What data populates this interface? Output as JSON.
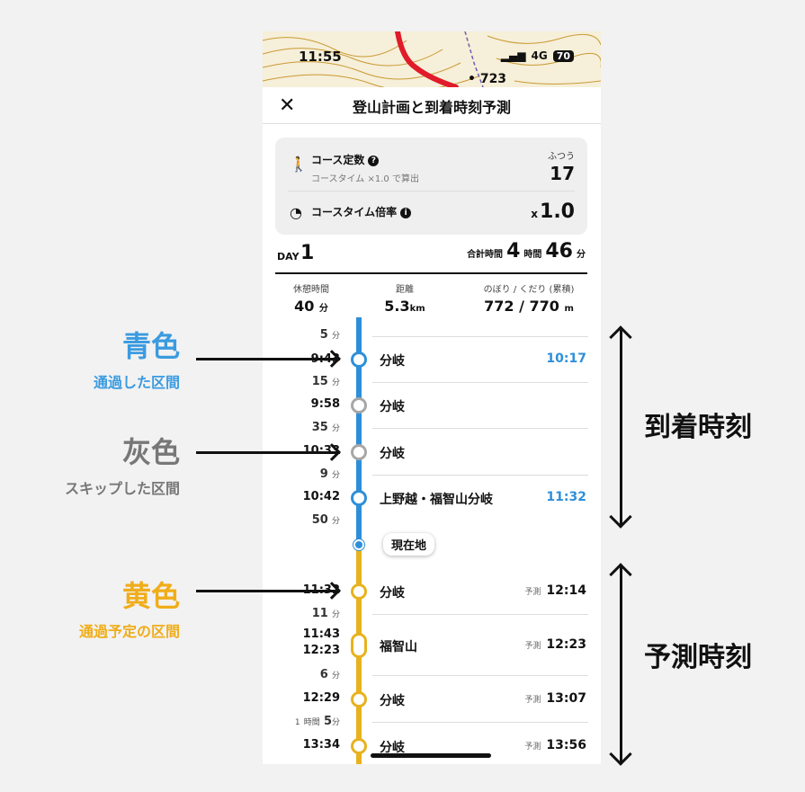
{
  "status": {
    "time": "11:55",
    "network": "4G",
    "battery": "70"
  },
  "map": {
    "label": "• 723"
  },
  "header": {
    "title": "登山計画と到着時刻予測"
  },
  "card": {
    "course_const_label": "コース定数",
    "course_const_sub": "コースタイム ×1.0 で算出",
    "course_const_hint": "ふつう",
    "course_const_value": "17",
    "ratio_label": "コースタイム倍率",
    "ratio_prefix": "x",
    "ratio_value": "1.0"
  },
  "day": {
    "label": "DAY",
    "num": "1",
    "total_label": "合計時間",
    "hours": "4",
    "hours_unit": "時間",
    "minutes": "46",
    "minutes_unit": "分"
  },
  "stats": {
    "rest_label": "休憩時間",
    "rest_value": "40",
    "rest_unit": "分",
    "dist_label": "距離",
    "dist_value": "5.3",
    "dist_unit": "km",
    "updown_label": "のぼり / くだり (累積)",
    "up_value": "772",
    "down_value": "770",
    "updown_unit": "m"
  },
  "timeline": {
    "gaps": [
      {
        "num": "5",
        "unit": "分"
      },
      {
        "num": "15",
        "unit": "分"
      },
      {
        "num": "35",
        "unit": "分"
      },
      {
        "num": "9",
        "unit": "分"
      },
      {
        "num": "50",
        "unit": "分"
      },
      {
        "num": "11",
        "unit": "分"
      },
      {
        "num": "6",
        "unit": "分"
      },
      {
        "num": "1",
        "unit": "時間",
        "num2": "5",
        "unit2": "分"
      }
    ],
    "points": [
      {
        "time": "9:43",
        "name": "分岐",
        "arrival": "10:17"
      },
      {
        "time": "9:58",
        "name": "分岐",
        "arrival": ""
      },
      {
        "time": "10:33",
        "name": "分岐",
        "arrival": ""
      },
      {
        "time": "10:42",
        "name": "上野越・福智山分岐",
        "arrival": "11:32"
      },
      {
        "time": "11:32",
        "name": "分岐",
        "predict": "予測",
        "arrival": "12:14"
      },
      {
        "time": "11:43",
        "time2": "12:23",
        "name": "福智山",
        "predict": "予測",
        "arrival": "12:23"
      },
      {
        "time": "12:29",
        "name": "分岐",
        "predict": "予測",
        "arrival": "13:07"
      },
      {
        "time": "13:34",
        "name": "分岐",
        "predict": "予測",
        "arrival": "13:56"
      }
    ],
    "now_label": "現在地"
  },
  "annotations": {
    "blue_title": "青色",
    "blue_sub": "通過した区間",
    "gray_title": "灰色",
    "gray_sub": "スキップした区間",
    "yellow_title": "黄色",
    "yellow_sub": "通過予定の区間",
    "arrival_label": "到着時刻",
    "predict_label": "予測時刻"
  },
  "colors": {
    "blue": "#2e8fd9",
    "gray": "#a7a7a7",
    "yellow": "#e8b21e",
    "blue_label": "#3b9be0",
    "gray_label": "#777777",
    "yellow_label": "#f0ad1a"
  }
}
